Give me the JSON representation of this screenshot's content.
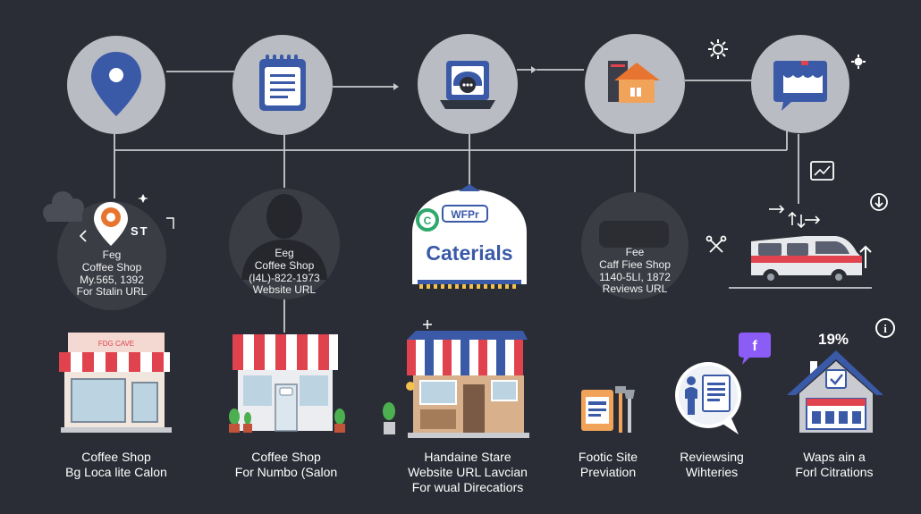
{
  "colors": {
    "background": "#2a2d35",
    "circle": "#b9bcc2",
    "dark_circle": "#3a3d44",
    "line": "#c8cacf",
    "accent_blue": "#3a5aa8",
    "accent_red": "#e0434d",
    "accent_orange": "#e8752f",
    "accent_purple": "#8b5cf6"
  },
  "top_icons": [
    {
      "icon": "map-pin-icon"
    },
    {
      "icon": "notepad-icon"
    },
    {
      "icon": "laptop-chat-icon"
    },
    {
      "icon": "house-icon"
    },
    {
      "icon": "storefront-chat-icon"
    }
  ],
  "middle_cards": [
    {
      "icon": "map-pin-orange-icon",
      "lines": [
        "Feg",
        "Coffee Shop",
        "My.565, 1392",
        "For Stalin URL"
      ],
      "decor": [
        "ST"
      ]
    },
    {
      "icon": "person-silhouette-icon",
      "lines": [
        "Eeg",
        "Coffee Shop",
        "(I4L)-822-1973",
        "Website URL"
      ]
    },
    {
      "icon": "caterials-logo-icon",
      "lines": [],
      "logo_text": "Caterials",
      "badge_text": "WFPr",
      "c_text": "C"
    },
    {
      "icon": "rounded-box-icon",
      "lines": [
        "Fee",
        "Caff Fiee Shop",
        "1140-5LI, 1872",
        "Reviews URL"
      ]
    },
    {
      "icon": "van-icon",
      "lines": []
    }
  ],
  "bottom_items": [
    {
      "icon": "storefront-icon",
      "sign_text": "FDG CAVE",
      "lines": [
        "Coffee Shop",
        "Bg Loca lite Calon"
      ]
    },
    {
      "icon": "storefront-icon",
      "lines": [
        "Coffee Shop",
        "For Numbo (Salon"
      ]
    },
    {
      "icon": "storefront-colorful-icon",
      "lines": [
        "Handaine Stare",
        "Website URL Lavcian",
        "For wual Direcatiors"
      ]
    },
    {
      "icon": "board-tools-icon",
      "lines": [
        "Footic Site",
        "Previation"
      ]
    },
    {
      "icon": "review-bubble-icon",
      "lines": [
        "Reviewsing",
        "Wihteries"
      ]
    },
    {
      "icon": "house-check-icon",
      "lines": [
        "Waps ain a",
        "Forl Citrations"
      ]
    }
  ],
  "percent_label": "19%",
  "facebook_icon": "f",
  "info_icon": "i"
}
